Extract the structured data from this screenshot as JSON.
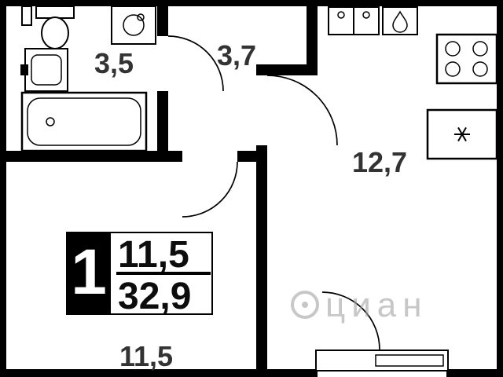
{
  "floorplan": {
    "rooms": [
      {
        "name": "bathroom",
        "area": "3,5"
      },
      {
        "name": "hallway",
        "area": "3,7"
      },
      {
        "name": "kitchen",
        "area": "12,7"
      },
      {
        "name": "living-room",
        "area": "11,5"
      }
    ],
    "summary": {
      "rooms_count": "1",
      "living_area": "11,5",
      "total_area": "32,9"
    },
    "watermark": {
      "text": "циан"
    },
    "colors": {
      "wall": "#000000",
      "label": "#333333",
      "watermark": "#a3a3a3",
      "summary_bg": "#000000",
      "summary_text": "#ffffff"
    },
    "fixtures": [
      "toilet",
      "washing-machine",
      "bathroom-sink",
      "bathtub",
      "kitchen-double-sink",
      "water-heater",
      "stove",
      "fridge-freezer"
    ]
  }
}
